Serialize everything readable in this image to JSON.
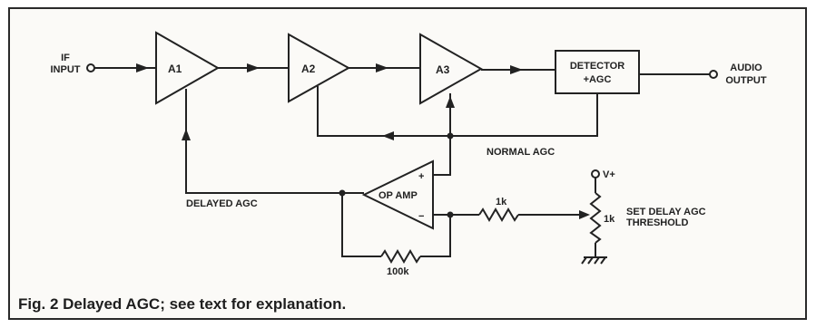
{
  "figure": {
    "caption": "Fig. 2 Delayed AGC; see text for explanation."
  },
  "blocks": {
    "a1": "A1",
    "a2": "A2",
    "a3": "A3",
    "detector_line1": "DETECTOR",
    "detector_line2": "+AGC",
    "op_amp": "OP AMP",
    "op_plus": "+",
    "op_minus": "−"
  },
  "labels": {
    "if_input_line1": "IF",
    "if_input_line2": "INPUT",
    "audio_output_line1": "AUDIO",
    "audio_output_line2": "OUTPUT",
    "normal_agc": "NORMAL AGC",
    "delayed_agc": "DELAYED AGC",
    "vplus": "V+",
    "set_delay_line1": "SET DELAY AGC",
    "set_delay_line2": "THRESHOLD"
  },
  "components": {
    "r_series": "1k",
    "r_pot": "1k",
    "r_feedback": "100k"
  }
}
